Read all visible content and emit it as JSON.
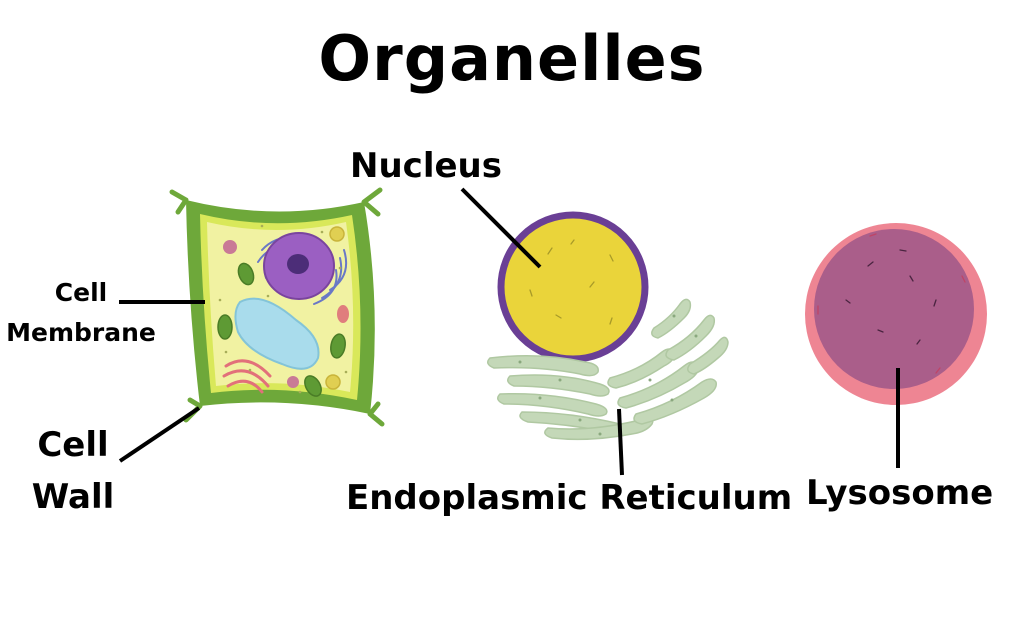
{
  "title": "Organelles",
  "labels": {
    "cell_membrane_line1": "Cell",
    "cell_membrane_line2": "Membrane",
    "cell_wall_line1": "Cell",
    "cell_wall_line2": "Wall",
    "nucleus": "Nucleus",
    "endoplasmic_reticulum": "Endoplasmic Reticulum",
    "lysosome": "Lysosome"
  },
  "colors": {
    "cell_wall": "#6ea83a",
    "cell_membrane": "#d9e85a",
    "cytoplasm": "#f1f2a2",
    "cell_nucleus": "#9b5fc2",
    "vacuole": "#a9dcec",
    "nucleus_fill": "#ead43a",
    "nucleus_outline": "#6a3f95",
    "er": "#c4d8b8",
    "lysosome_fill": "#aa5e8a",
    "lysosome_outline": "#ee8593"
  }
}
